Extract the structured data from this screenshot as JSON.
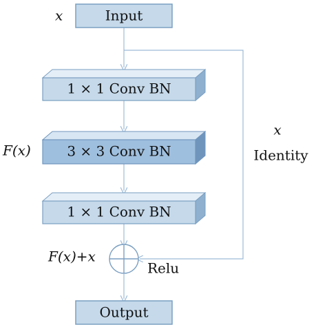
{
  "input_var": "x",
  "input_label": "Input",
  "block1_label": "1 × 1 Conv BN",
  "block2_label": "3 × 3 Conv BN",
  "block3_label": "1 × 1 Conv BN",
  "fx_label": "F(x)",
  "identity_var": "x",
  "identity_label": "Identity",
  "sum_label": "F(x)+x",
  "relu_label": "Relu",
  "output_label": "Output",
  "colors": {
    "box_fill": "#c5d9ea",
    "box_mid_fill": "#9fbfde",
    "box_top": "#e4eef7",
    "box_side": "#8fb0cf",
    "box_side_mid": "#6f95bd",
    "stroke": "#7a9fc2",
    "line": "#9cbad6"
  }
}
